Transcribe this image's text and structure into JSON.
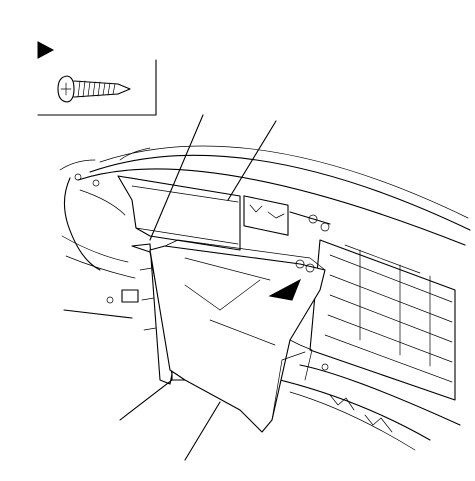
{
  "diagram": {
    "callouts": [
      {
        "id": "upper-left-leader",
        "label": ""
      },
      {
        "id": "upper-right-leader",
        "label": ""
      },
      {
        "id": "left-leader",
        "label": ""
      },
      {
        "id": "lower-left-leader",
        "label": ""
      },
      {
        "id": "lower-center-leader",
        "label": ""
      }
    ],
    "icons": [
      "screw-icon",
      "view-direction-arrow-icon",
      "direction-arrow-icon"
    ]
  }
}
